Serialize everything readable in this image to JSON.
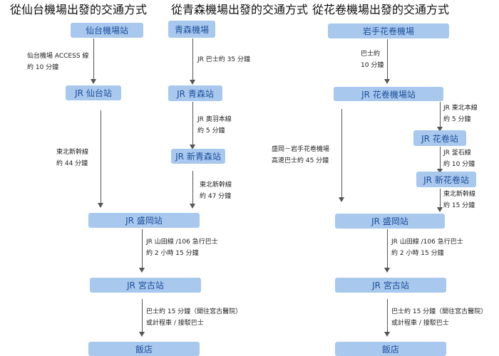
{
  "titles": {
    "sendai": "從仙台機場出發的交通方式",
    "aomori": "從青森機場出發的交通方式",
    "hanamaki": "從花卷機場出發的交通方式"
  },
  "nodes": {
    "sendai_airport": "仙台機場站",
    "jr_sendai": "JR 仙台站",
    "aomori_airport": "青森機場",
    "jr_aomori": "JR 青森站",
    "jr_shin_aomori": "JR 新青森站",
    "jr_morioka_1": "JR 盛岡站",
    "jr_miyako_1": "JR 宮古站",
    "hotel_1": "飯店",
    "hanamaki_airport": "岩手花卷機場",
    "jr_hanamaki_airport": "JR 花卷機場站",
    "jr_hanamaki": "JR 花卷站",
    "jr_shin_hanamaki": "JR 新花卷站",
    "jr_morioka_2": "JR 盛岡站",
    "jr_miyako_2": "JR 宮古站",
    "hotel_2": "飯店"
  },
  "labels": {
    "sendai_access_1": "仙台機場 ACCESS 線",
    "sendai_access_2": "約 10 分鐘",
    "tohoku_sendai_1": "東北新幹線",
    "tohoku_sendai_2": "約 44 分鐘",
    "aomori_bus_1": "JR 巴士約 35 分鐘",
    "ou_1": "JR 奧羽本線",
    "ou_2": "約 5 分鐘",
    "tohoku_aomori_1": "東北新幹線",
    "tohoku_aomori_2": "約 47 分鐘",
    "yamada_a_1": "JR 山田線 /106 急行巴士",
    "yamada_a_2": "約 2 小時 15 分鐘",
    "hotel_bus_a_1": "巴士約 15 分鐘（開往宮古醫院）",
    "hotel_bus_a_2": "或計程車 / 接駁巴士",
    "hanamaki_bus_1": "巴士約",
    "hanamaki_bus_2": "10 分鐘",
    "tohoku_main_1": "JR 東北本線",
    "tohoku_main_2": "約 5 分鐘",
    "highway_1": "盛岡－岩手花卷機場",
    "highway_2": "高速巴士約 45 分鐘",
    "kamaishi_1": "JR 釜石線",
    "kamaishi_2": "約 10 分鐘",
    "tohoku_hanamaki_1": "東北新幹線",
    "tohoku_hanamaki_2": "約 15 分鐘",
    "yamada_b_1": "JR 山田線 /106 急行巴士",
    "yamada_b_2": "約 2 小時 15 分鐘",
    "hotel_bus_b_1": "巴士約 15 分鐘（開往宮古醫院）",
    "hotel_bus_b_2": "或計程車 / 接駁巴士"
  }
}
